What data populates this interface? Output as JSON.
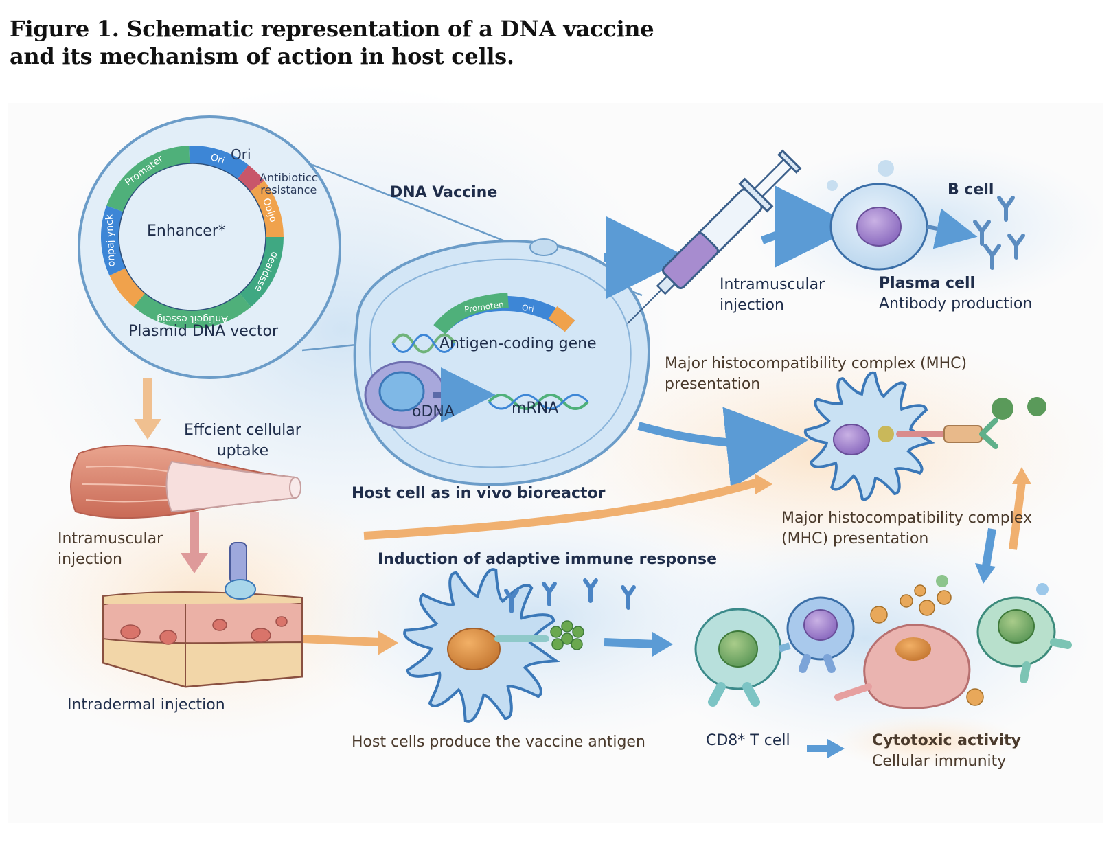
{
  "caption": {
    "line1": "Figure 1. Schematic representation of a DNA vaccine",
    "line2": "and its mechanism of action in host cells."
  },
  "plasmid": {
    "title": "Plasmid DNA vector",
    "center_label": "Enhancer*",
    "outer_label_ori": "Ori",
    "outer_label_antibiotic_line1": "Antibioticc",
    "outer_label_antibiotic_line2": "resistance",
    "segments": [
      {
        "label": "Promater",
        "color": "#4fb07a"
      },
      {
        "label": "Ori",
        "color": "#3d86d6"
      },
      {
        "label": "",
        "color": "#c8566a"
      },
      {
        "label": "Ooljo",
        "color": "#f0a24c"
      },
      {
        "label": "dealdsse",
        "color": "#3fa882"
      },
      {
        "label": "Antigeit esseig",
        "color": "#4fb07a"
      },
      {
        "label": "",
        "color": "#f0a24c"
      },
      {
        "label": "onpaj ynck",
        "color": "#3d86d6"
      }
    ]
  },
  "host_cell": {
    "title": "DNA Vaccine",
    "gene_label": "Antigen-coding gene",
    "gene_segments": [
      "Promoten",
      "Ori"
    ],
    "nucleus_label": "oDNA",
    "mrna_label": "mRNA",
    "caption": "Host cell as in vivo bioreactor"
  },
  "uptake": {
    "label_line1": "Effcient cellular",
    "label_line2": "uptake"
  },
  "left_routes": {
    "im_line1": "Intramuscular",
    "im_line2": "injection",
    "id_label": "Intradermal injection"
  },
  "syringe": {
    "label_line1": "Intramuscular",
    "label_line2": "injection"
  },
  "bcell": {
    "title": "B cell",
    "label_line1": "Plasma cell",
    "label_line2": "Antibody production"
  },
  "mhc": {
    "top_line1": "Major histocompatibility complex (MHC)",
    "top_line2": "presentation",
    "bottom_line1": "Major histocompatibility complex",
    "bottom_line2": "(MHC) presentation"
  },
  "adaptive": {
    "title": "Induction of adaptive immune response",
    "antigen_caption": "Host cells produce the vaccine antigen"
  },
  "tcell": {
    "label": "CD8* T cell",
    "outcome_line1": "Cytotoxic activity",
    "outcome_line2": "Cellular immunity"
  },
  "colors": {
    "blue_arrow": "#5b9bd5",
    "orange_arrow": "#f0b070",
    "red_arrow": "#d98080",
    "text_dark": "#1f2d4a",
    "text_brown": "#4a3a2c"
  }
}
